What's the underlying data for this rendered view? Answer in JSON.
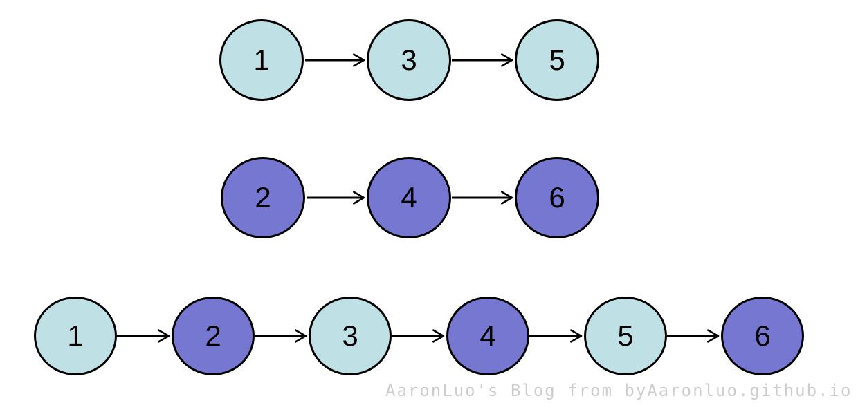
{
  "diagram": {
    "type": "linked-list-diagram",
    "rows": [
      {
        "name": "list-top",
        "node_values": [
          "1",
          "3",
          "5"
        ],
        "node_fills": [
          "cyan",
          "cyan",
          "cyan"
        ],
        "links": [
          [
            "1",
            "3"
          ],
          [
            "3",
            "5"
          ]
        ]
      },
      {
        "name": "list-middle",
        "node_values": [
          "2",
          "4",
          "6"
        ],
        "node_fills": [
          "purple",
          "purple",
          "purple"
        ],
        "links": [
          [
            "2",
            "4"
          ],
          [
            "4",
            "6"
          ]
        ]
      },
      {
        "name": "list-merged",
        "node_values": [
          "1",
          "2",
          "3",
          "4",
          "5",
          "6"
        ],
        "node_fills": [
          "cyan",
          "purple",
          "cyan",
          "purple",
          "cyan",
          "purple"
        ],
        "links": [
          [
            "1",
            "2"
          ],
          [
            "2",
            "3"
          ],
          [
            "3",
            "4"
          ],
          [
            "4",
            "5"
          ],
          [
            "5",
            "6"
          ]
        ]
      }
    ],
    "colors": {
      "cyan_fill": "#bfe0e5",
      "purple_fill": "#7577d1",
      "node_border": "#000000",
      "arrow": "#000000",
      "background": "#ffffff",
      "watermark": "#cdcdcd"
    },
    "watermark_text": "AaronLuo's Blog from byAaronluo.github.io"
  }
}
